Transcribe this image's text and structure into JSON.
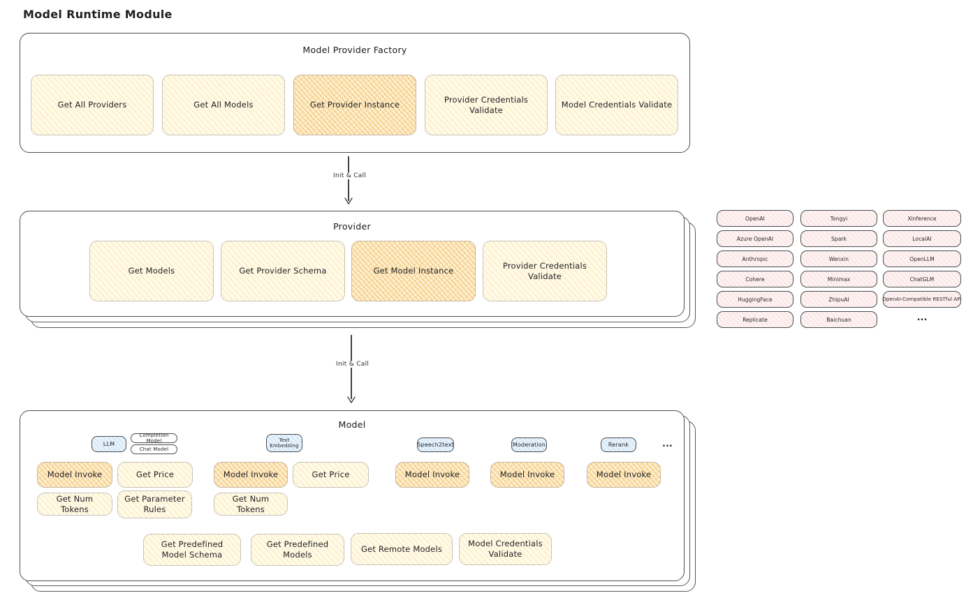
{
  "page": {
    "title": "Model Runtime Module"
  },
  "colors": {
    "stroke": "#4a4d52",
    "yellow_fill": "#fffae8",
    "orange_fill": "#fcefd0",
    "blue_fill": "#e7f2fb",
    "pink_fill": "#fdf2f2"
  },
  "arrows": {
    "init_call_1": "Init & Call",
    "init_call_2": "Init & Call"
  },
  "factory": {
    "title": "Model Provider Factory",
    "boxes": [
      {
        "label": "Get All Providers",
        "variant": "yellow"
      },
      {
        "label": "Get All Models",
        "variant": "yellow"
      },
      {
        "label": "Get Provider Instance",
        "variant": "orange"
      },
      {
        "label": "Provider Credentials Validate",
        "variant": "yellow"
      },
      {
        "label": "Model Credentials Validate",
        "variant": "yellow"
      }
    ]
  },
  "provider": {
    "title": "Provider",
    "boxes": [
      {
        "label": "Get Models",
        "variant": "yellow"
      },
      {
        "label": "Get Provider Schema",
        "variant": "yellow"
      },
      {
        "label": "Get Model Instance",
        "variant": "orange"
      },
      {
        "label": "Provider Credentials Validate",
        "variant": "yellow"
      }
    ]
  },
  "providers": {
    "col1": [
      "OpenAI",
      "Azure OpenAI",
      "Anthropic",
      "Cohere",
      "HuggingFace",
      "Replicate"
    ],
    "col2": [
      "Tongyi",
      "Spark",
      "Wenxin",
      "Minimax",
      "ZhipuAI",
      "Baichuan"
    ],
    "col3": [
      "Xinference",
      "LocalAI",
      "OpenLLM",
      "ChatGLM",
      "OpenAI-Compatible RESTful API"
    ],
    "ellipsis": "..."
  },
  "model": {
    "title": "Model",
    "ellipsis": "...",
    "tabs": {
      "llm": "LLM",
      "completion_model": "Completion Model",
      "chat_model": "Chat Model",
      "text_embedding": "Text Embedding",
      "speech2text": "Speech2text",
      "moderation": "Moderation",
      "rerank": "Rerank"
    },
    "ops": {
      "model_invoke": "Model Invoke",
      "get_price": "Get Price",
      "get_num_tokens": "Get Num Tokens",
      "get_parameter_rules": "Get Parameter Rules"
    },
    "bottom": [
      "Get Predefined Model Schema",
      "Get Predefined Models",
      "Get Remote Models",
      "Model Credentials Validate"
    ]
  }
}
